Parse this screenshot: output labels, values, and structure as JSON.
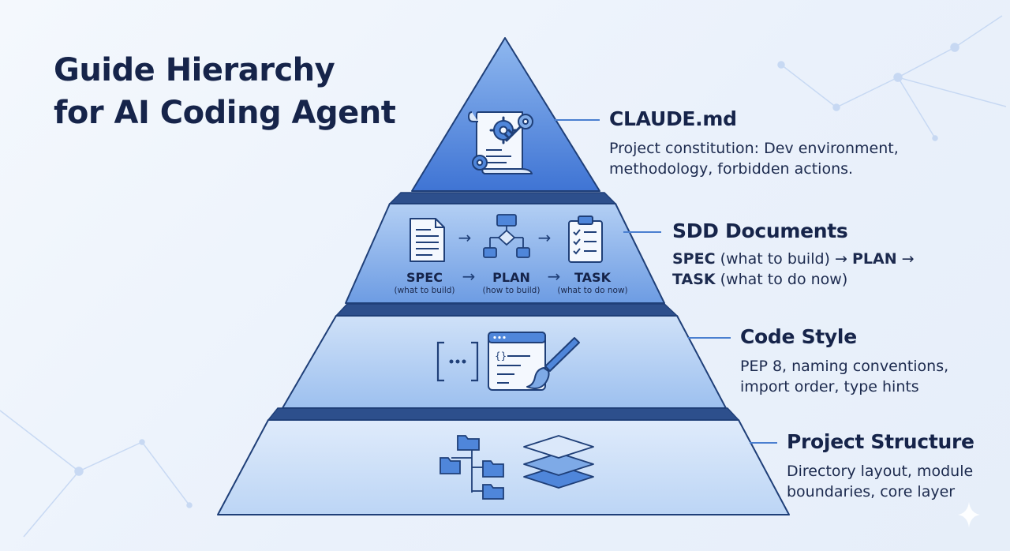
{
  "title": {
    "line1": "Guide Hierarchy",
    "line2": "for AI Coding Agent"
  },
  "tiers": [
    {
      "heading": "CLAUDE.md",
      "description_lines": [
        "Project constitution: Dev environment,",
        "methodology, forbidden actions."
      ],
      "icon": "scroll-gear-key-icon"
    },
    {
      "heading": "SDD Documents",
      "description_parts": [
        "SPEC",
        " (what to build) → ",
        "PLAN",
        " →",
        "TASK",
        " (what to do now)"
      ],
      "flow": [
        {
          "name": "SPEC",
          "sub": "(what to build)",
          "icon": "document-icon"
        },
        {
          "name": "PLAN",
          "sub": "(how to build)",
          "icon": "flowchart-icon"
        },
        {
          "name": "TASK",
          "sub": "(what to do now)",
          "icon": "checklist-icon"
        }
      ],
      "arrow": "→"
    },
    {
      "heading": "Code Style",
      "description_lines": [
        "PEP 8, naming conventions,",
        "import order, type hints"
      ],
      "icons": [
        "brackets-ellipsis-icon",
        "code-window-icon",
        "paintbrush-icon"
      ],
      "bracket_glyph": "[···]"
    },
    {
      "heading": "Project Structure",
      "description_lines": [
        "Directory layout, module",
        "boundaries, core layer"
      ],
      "icons": [
        "folder-tree-icon",
        "layers-stack-icon"
      ]
    }
  ],
  "colors": {
    "background": "#eef3fb",
    "title_text": "#16244a",
    "tier_top": "#4f86da",
    "tier_sdd": "#7eaae7",
    "tier_style": "#a6c6f1",
    "tier_struct": "#c7dcf8",
    "outline": "#1f3f78",
    "connector": "#4a7fd0",
    "icon_blue": "#3f78d8"
  }
}
